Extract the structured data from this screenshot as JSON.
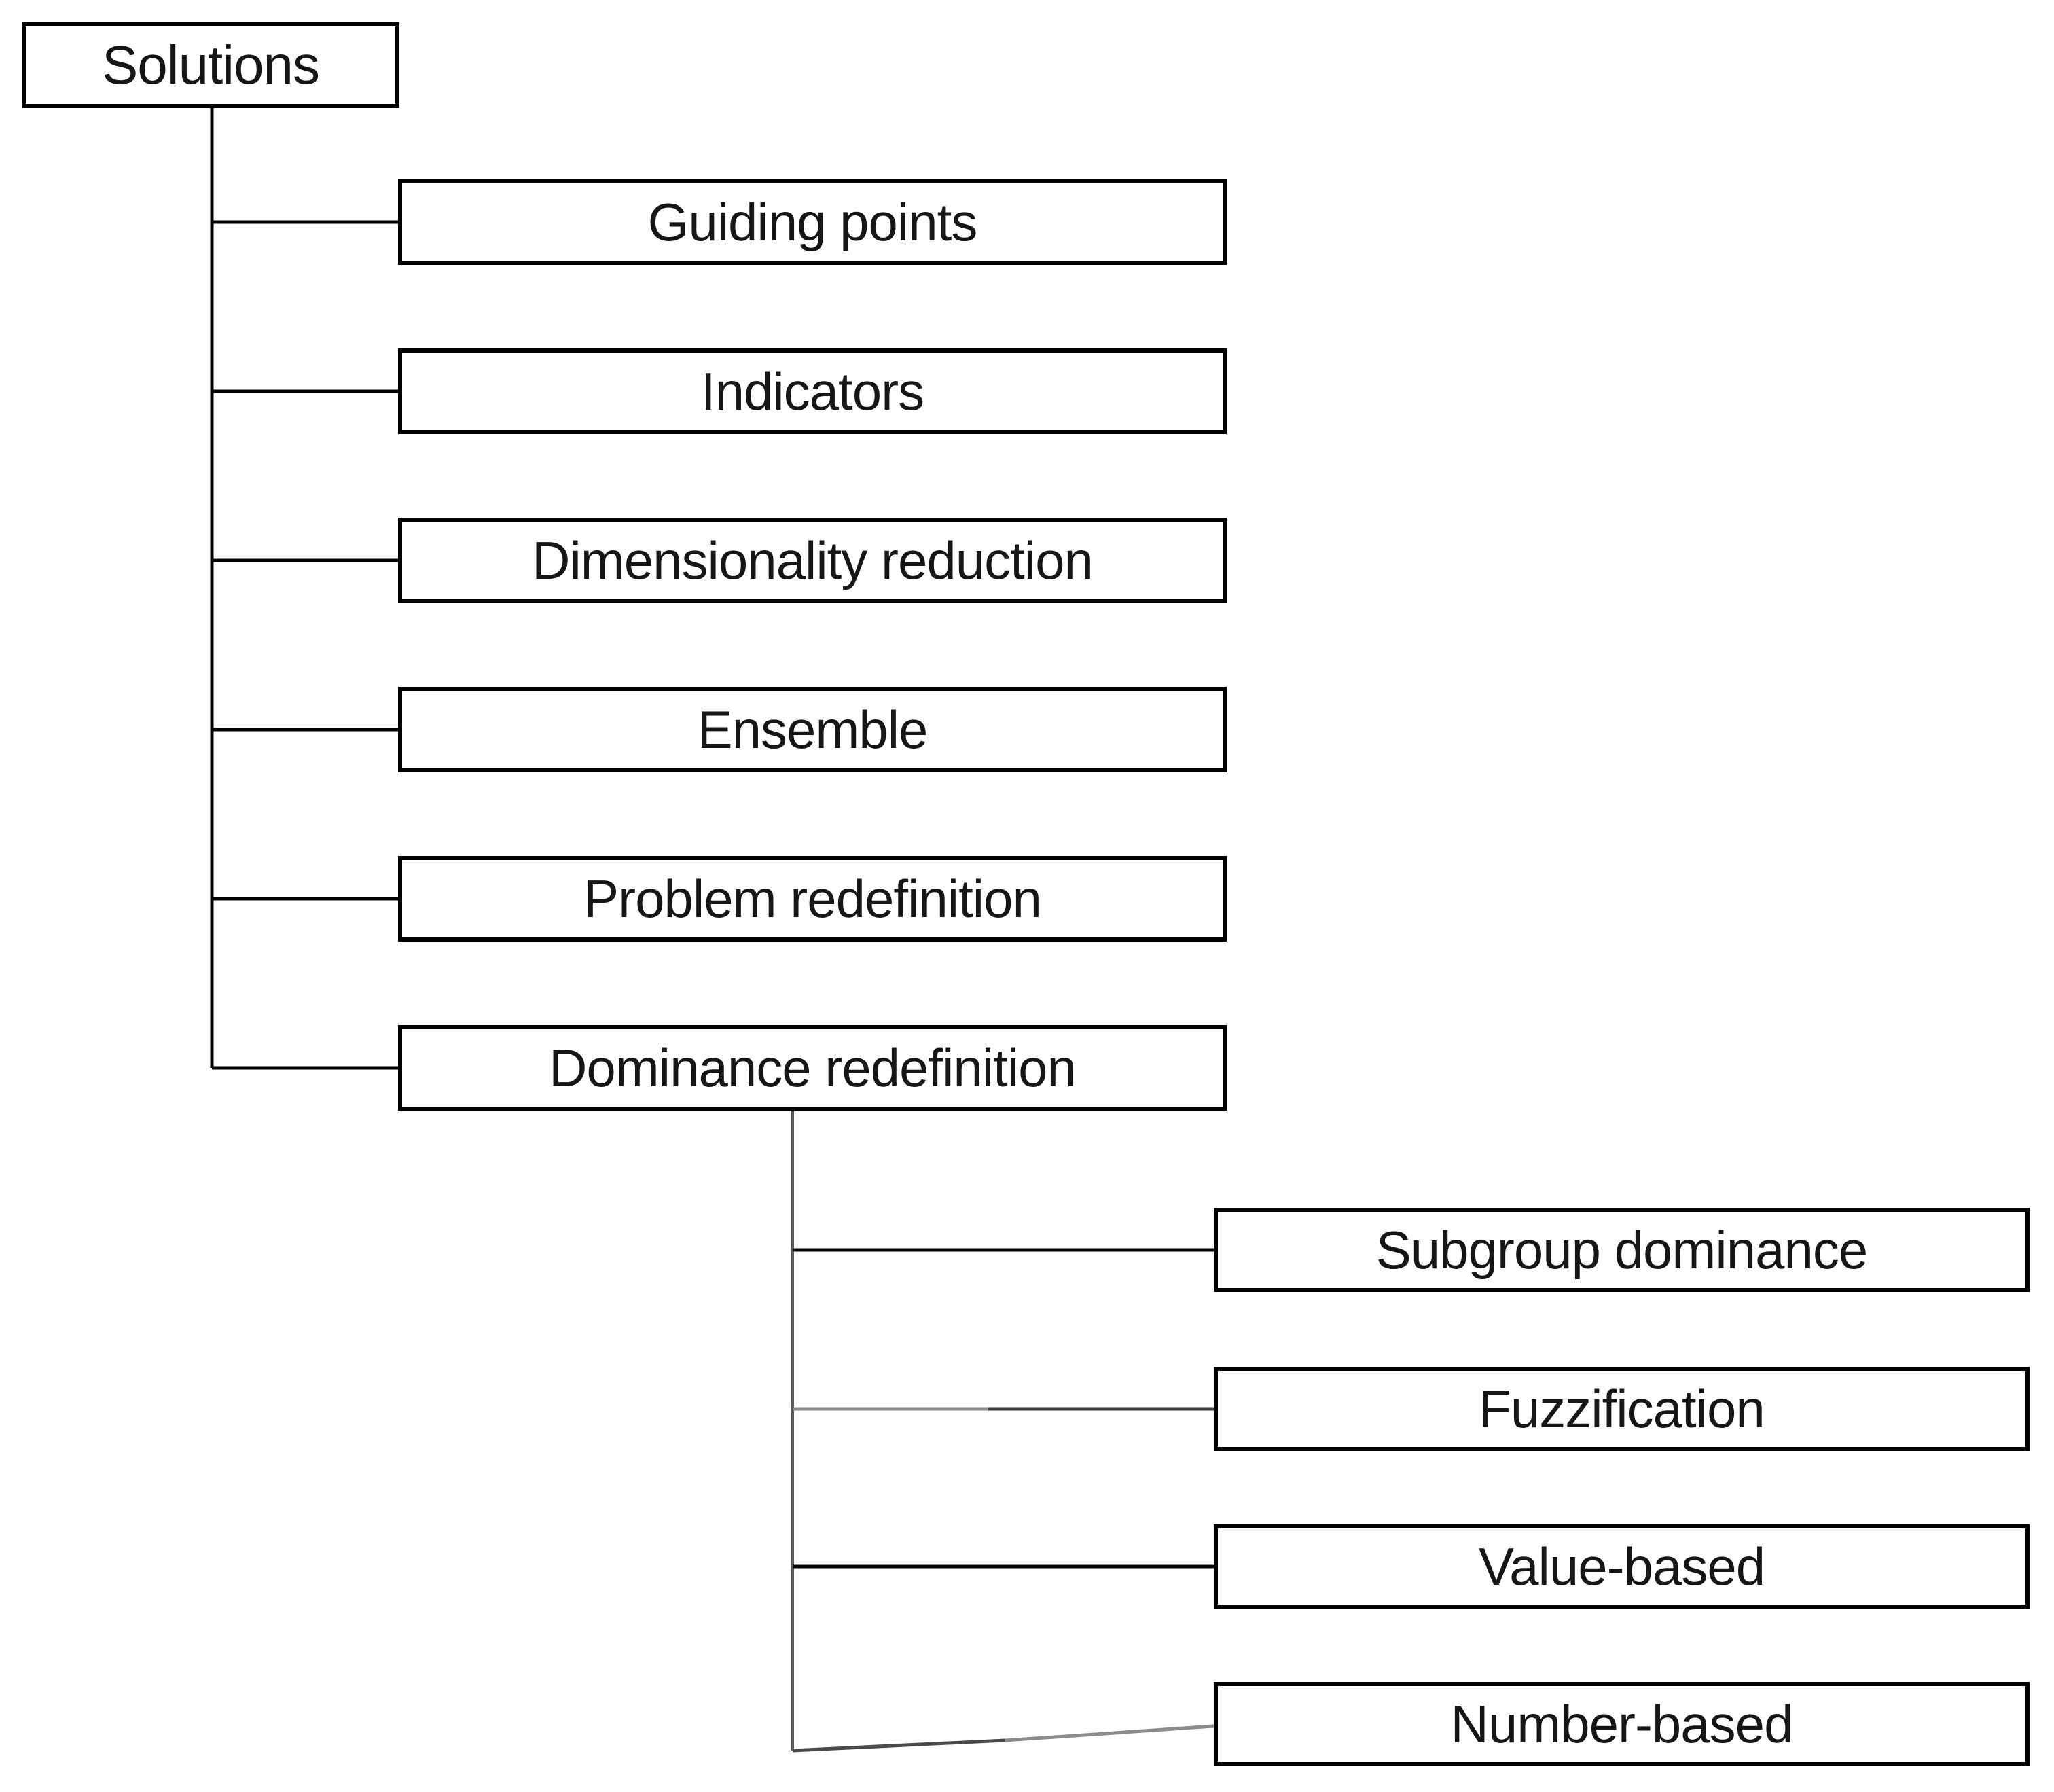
{
  "tree": {
    "root": "Solutions",
    "level1": [
      "Guiding points",
      "Indicators",
      "Dimensionality reduction",
      "Ensemble",
      "Problem redefinition",
      "Dominance redefinition"
    ],
    "level2_parent": "Dominance redefinition",
    "level2": [
      "Subgroup dominance",
      "Fuzzification",
      "Value-based",
      "Number-based"
    ]
  },
  "colors": {
    "background": "#ffffff",
    "box_fill": "#ffffff",
    "box_border": "#000000",
    "text": "#161616",
    "connector_primary": "#000000",
    "connector_secondary": "#595959",
    "connector_faded": "#8c8c8c"
  }
}
